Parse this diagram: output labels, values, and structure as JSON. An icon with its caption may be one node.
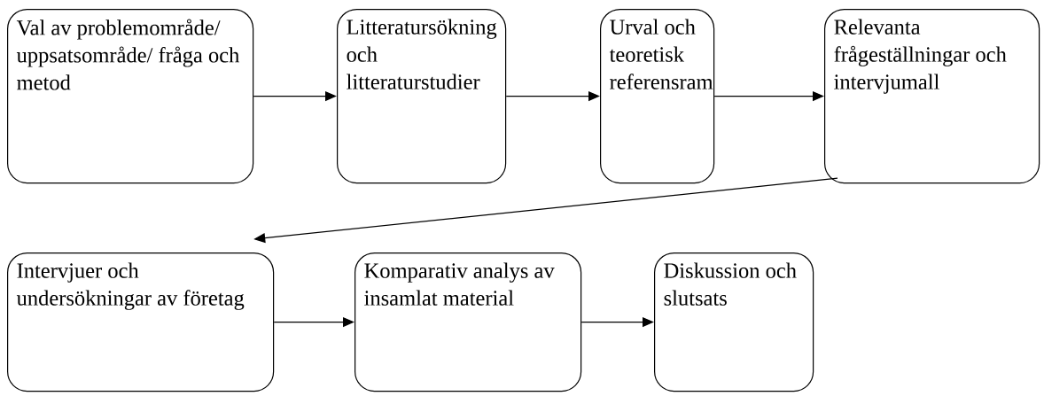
{
  "diagram": {
    "nodes": [
      {
        "text": [
          "Val av problemområde/ uppsatsområde/ fråga och metod"
        ]
      },
      {
        "text": [
          "Litteratursökning och litteraturstudier"
        ]
      },
      {
        "text": [
          "Urval och teoretisk referensram"
        ]
      },
      {
        "text": [
          "Relevanta frågeställningar och intervjumall"
        ]
      },
      {
        "text": [
          "Intervjuer och undersökningar av företag"
        ]
      },
      {
        "text": [
          "Komparativ analys av insamlat material"
        ]
      },
      {
        "text": [
          "Diskussion och slutsats"
        ]
      }
    ],
    "edges": [
      {
        "from": 0,
        "to": 1,
        "arrow": "to"
      },
      {
        "from": 1,
        "to": 2,
        "arrow": "to"
      },
      {
        "from": 2,
        "to": 3,
        "arrow": "to"
      },
      {
        "from": 3,
        "to": 4,
        "arrow": "to"
      },
      {
        "from": 4,
        "to": 5,
        "arrow": "to"
      },
      {
        "from": 5,
        "to": 6,
        "arrow": "to"
      }
    ]
  }
}
